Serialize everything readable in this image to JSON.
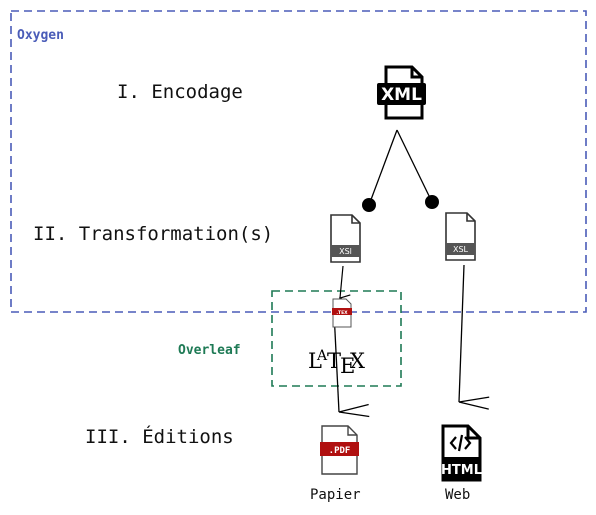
{
  "groups": {
    "oxygen": {
      "label": "Oxygen",
      "color": "#4a5cb8"
    },
    "overleaf": {
      "label": "Overleaf",
      "color": "#1e7a55"
    }
  },
  "stages": {
    "encodage": "I. Encodage",
    "transformation": "II. Transformation(s)",
    "editions": "III. Éditions"
  },
  "files": {
    "xml": "XML",
    "xsl_left": "XSl",
    "xsl_right": "XSL",
    "tex": ".TEX",
    "latex": "LaTeX",
    "pdf": ".PDF",
    "html": "HTML"
  },
  "outputs": {
    "paper": "Papier",
    "web": "Web"
  },
  "icons": [
    "xml-file-icon",
    "xsl-file-icon",
    "tex-file-icon",
    "latex-logo",
    "pdf-file-icon",
    "html-file-icon"
  ],
  "colors": {
    "stroke": "#000000",
    "pdf_red": "#b01010",
    "tex_red": "#b01010"
  }
}
